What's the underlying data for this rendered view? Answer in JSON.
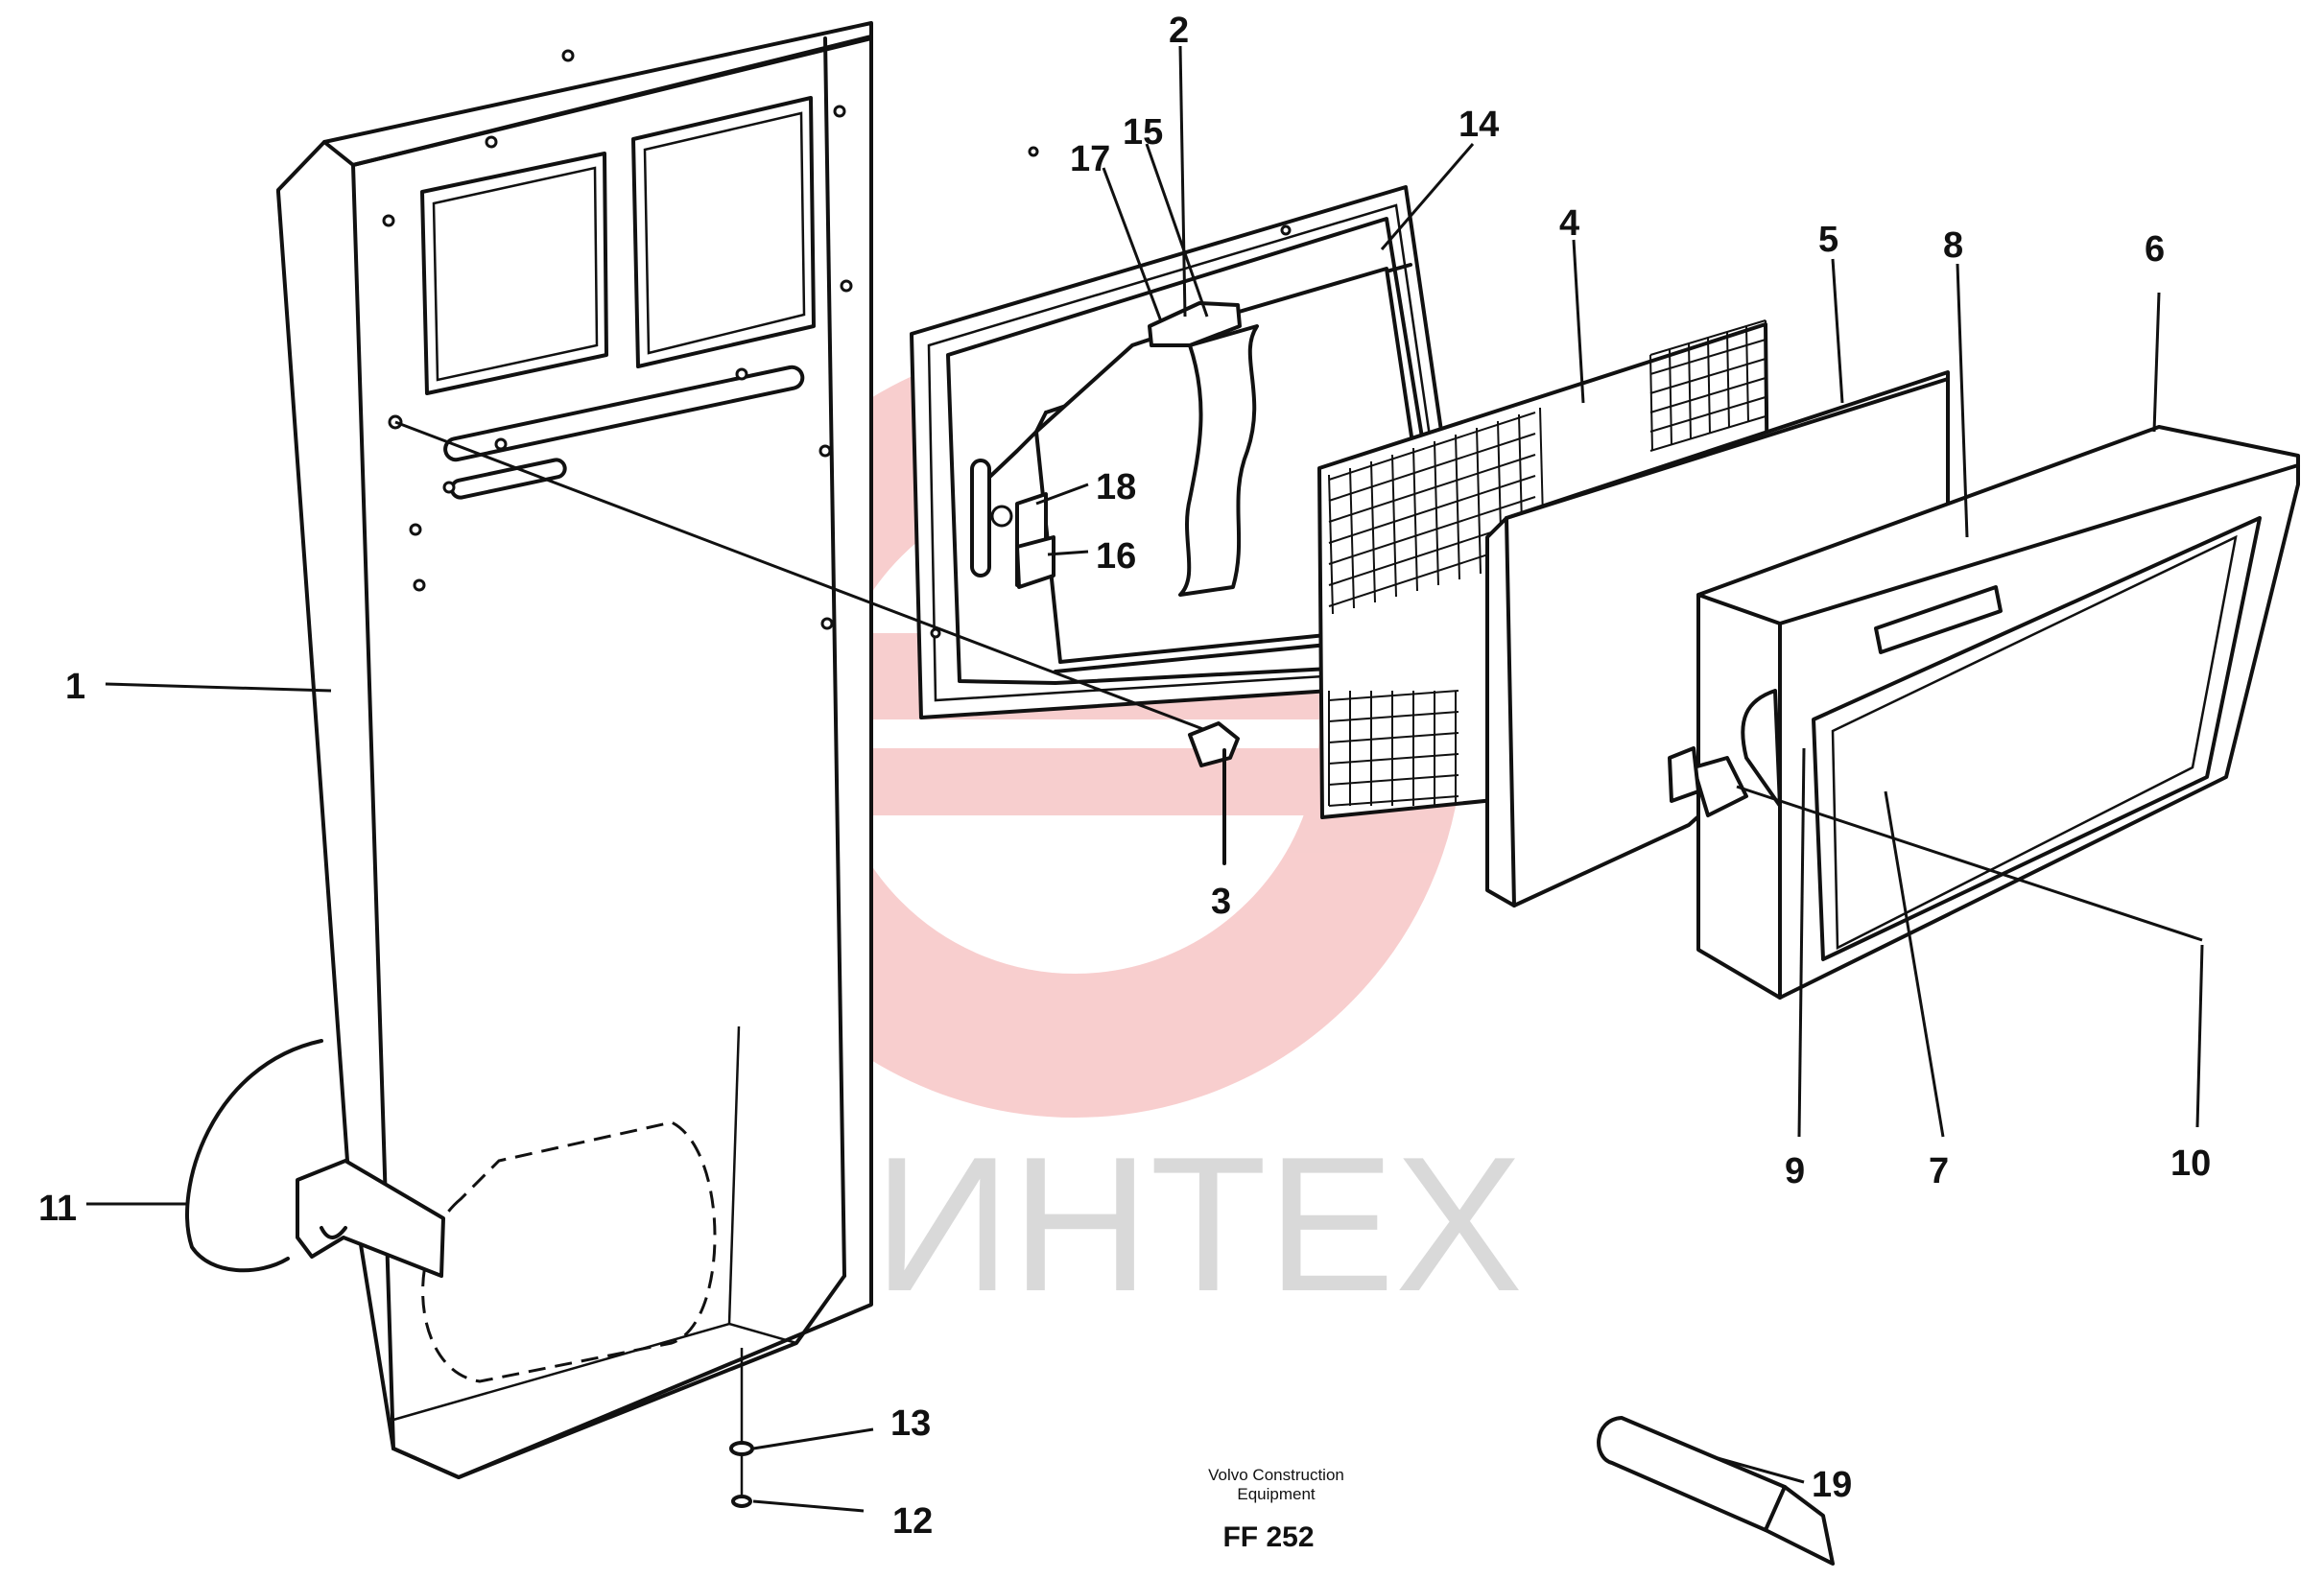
{
  "diagram": {
    "callouts": [
      {
        "id": "1",
        "label": "1"
      },
      {
        "id": "2",
        "label": "2"
      },
      {
        "id": "3",
        "label": "3"
      },
      {
        "id": "4",
        "label": "4"
      },
      {
        "id": "5",
        "label": "5"
      },
      {
        "id": "6",
        "label": "6"
      },
      {
        "id": "7",
        "label": "7"
      },
      {
        "id": "8",
        "label": "8"
      },
      {
        "id": "9",
        "label": "9"
      },
      {
        "id": "10",
        "label": "10"
      },
      {
        "id": "11",
        "label": "11"
      },
      {
        "id": "12",
        "label": "12"
      },
      {
        "id": "13",
        "label": "13"
      },
      {
        "id": "14",
        "label": "14"
      },
      {
        "id": "15",
        "label": "15"
      },
      {
        "id": "16",
        "label": "16"
      },
      {
        "id": "17",
        "label": "17"
      },
      {
        "id": "18",
        "label": "18"
      },
      {
        "id": "19",
        "label": "19"
      }
    ],
    "caption_line1": "Volvo Construction",
    "caption_line2": "Equipment",
    "code": "FF 252"
  },
  "watermark": {
    "text": "ИНТЕХ",
    "gear_color": "#f7c9c9",
    "text_color": "#d9d9d9"
  }
}
